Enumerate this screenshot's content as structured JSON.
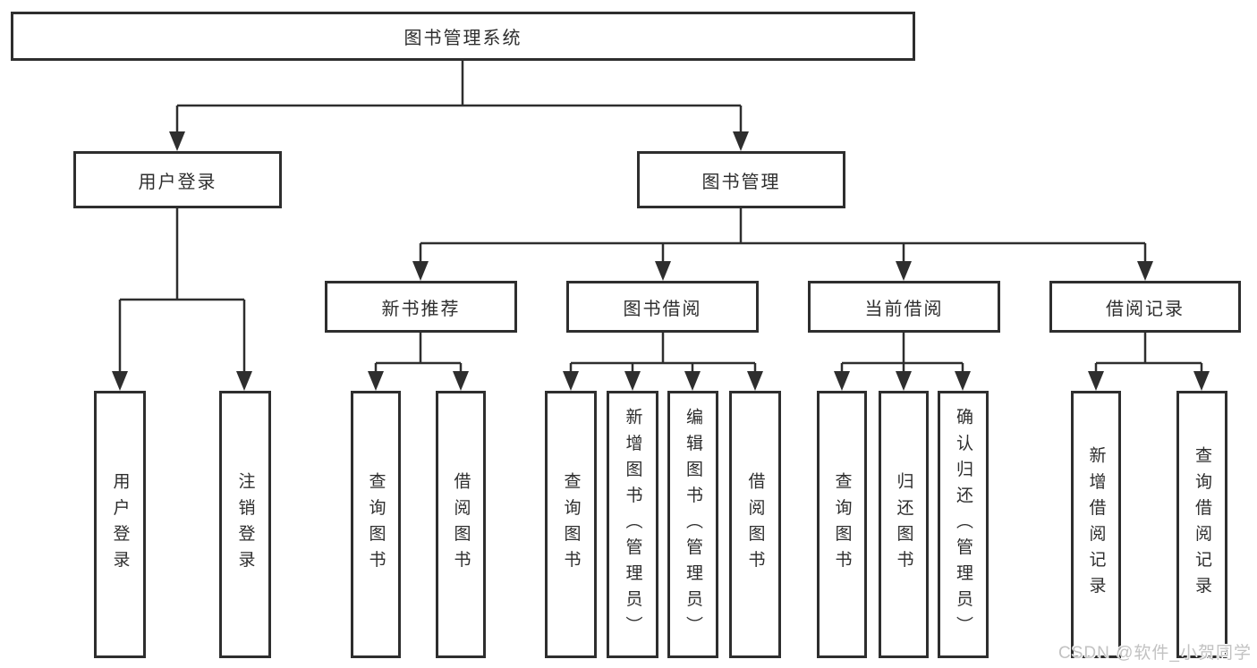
{
  "tree": {
    "root": "图书管理系统",
    "branches": [
      {
        "label": "用户登录",
        "children": [
          "用户登录",
          "注销登录"
        ]
      },
      {
        "label": "图书管理",
        "groups": [
          {
            "label": "新书推荐",
            "children": [
              "查询图书",
              "借阅图书"
            ]
          },
          {
            "label": "图书借阅",
            "children": [
              "查询图书",
              "新增图书（管理员）",
              "编辑图书（管理员）",
              "借阅图书"
            ]
          },
          {
            "label": "当前借阅",
            "children": [
              "查询图书",
              "归还图书",
              "确认归还（管理员）"
            ]
          },
          {
            "label": "借阅记录",
            "children": [
              "新增借阅记录",
              "查询借阅记录"
            ]
          }
        ]
      }
    ]
  },
  "watermark": "CSDN @软件_小贺同学",
  "colors": {
    "line": "#2e2e2e",
    "box_border": "#2e2e2e",
    "text": "#2e2e2e",
    "watermark": "#c2c2c2",
    "background": "#ffffff"
  }
}
